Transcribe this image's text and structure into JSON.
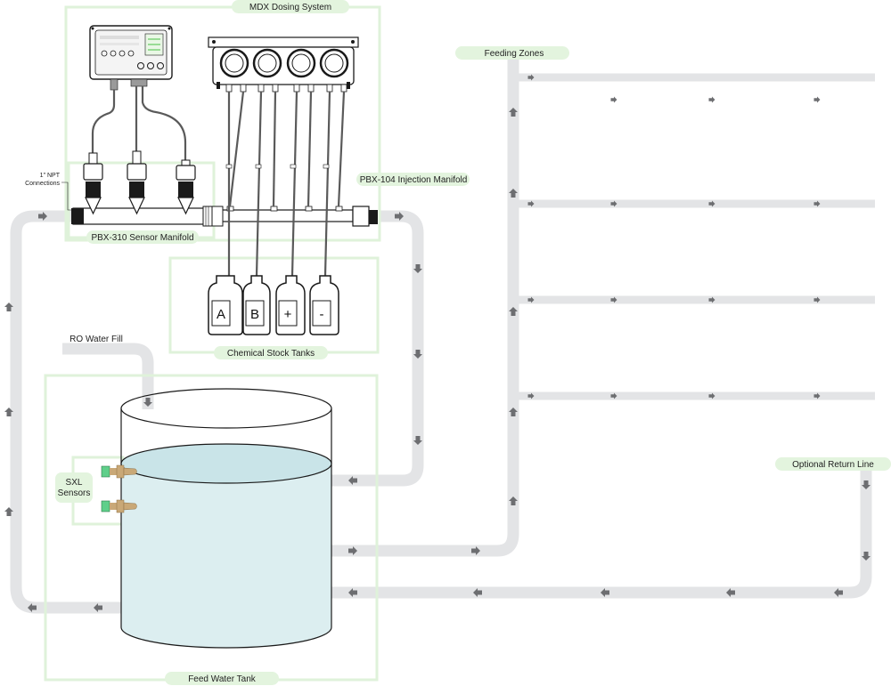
{
  "labels": {
    "mdx": "MDX Dosing System",
    "feeding_zones": "Feeding Zones",
    "npt_line1": "1\" NPT",
    "npt_line2": "Connections",
    "injection_manifold": "PBX-104 Injection Manifold",
    "sensor_manifold": "PBX-310 Sensor Manifold",
    "stock_tanks": "Chemical Stock Tanks",
    "ro_fill": "RO Water Fill",
    "sxl_line1": "SXL",
    "sxl_line2": "Sensors",
    "optional_return": "Optional Return Line",
    "feed_tank": "Feed Water Tank"
  },
  "chemical_tanks": [
    "A",
    "B",
    "+",
    "-"
  ],
  "colors": {
    "pipe": "#e3e4e6",
    "group_outline": "#dff2da",
    "label_pill": "#e3f4de",
    "water": "#dceef0",
    "arrow": "#6d6e71",
    "sensor_green": "#5fcf8a",
    "sensor_brass": "#c9a877"
  },
  "icons": {
    "flow_arrow": "arrow-icon",
    "controller": "controller-icon",
    "pump": "peristaltic-pump-icon",
    "sensor_probe": "sensor-probe-icon",
    "bottle": "bottle-icon"
  }
}
